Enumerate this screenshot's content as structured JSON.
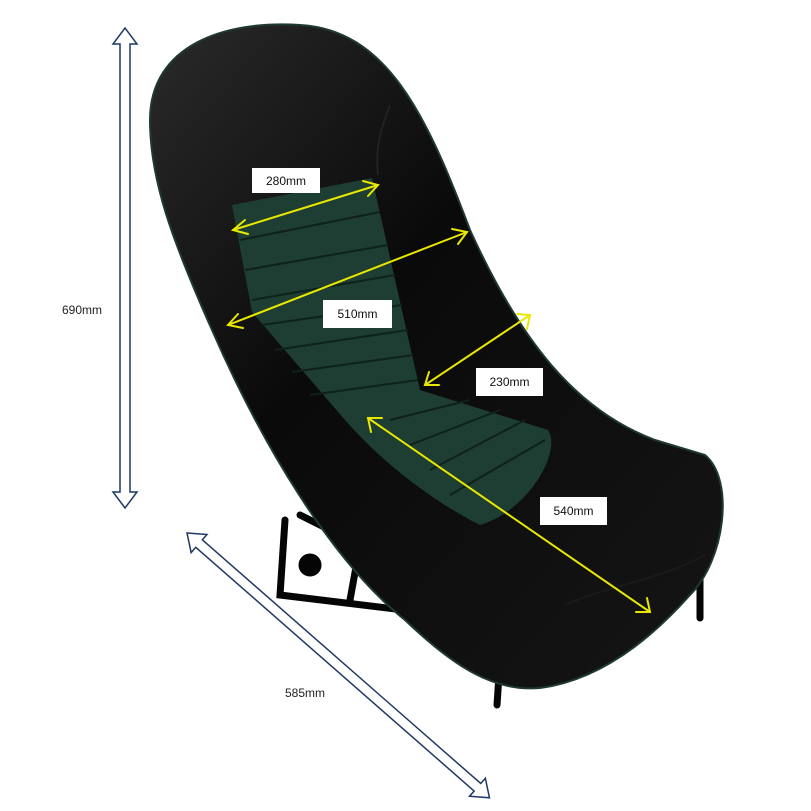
{
  "dimensions": {
    "height": "690mm",
    "depth": "585mm",
    "shoulder_width": "280mm",
    "back_width": "510mm",
    "hip_width": "230mm",
    "seat_length": "540mm"
  },
  "colors": {
    "leather": "#0b0b0b",
    "panel": "#1e3d33",
    "arrow_inner": "#e8e800",
    "arrow_outer": "#1f3864"
  }
}
